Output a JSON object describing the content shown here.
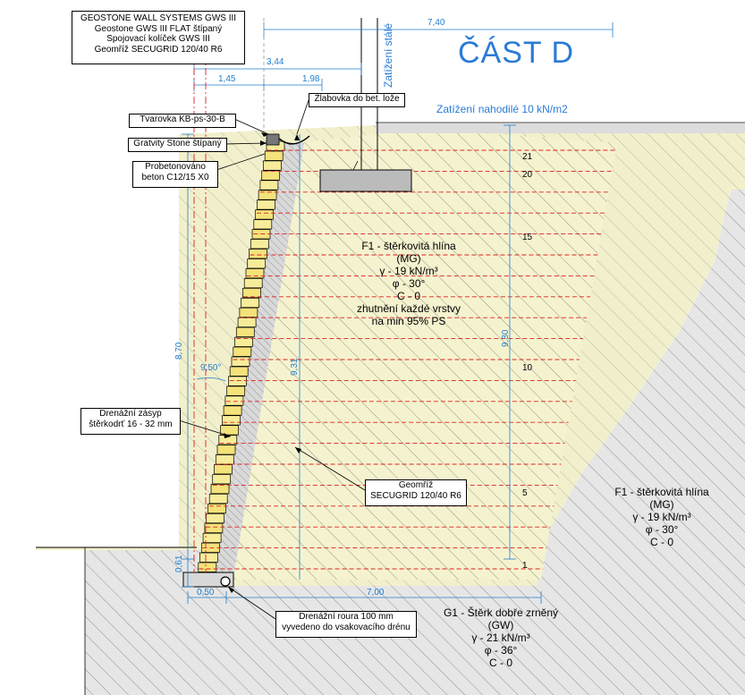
{
  "title": "ČÁST  D",
  "labels": {
    "top_box": [
      "GEOSTONE WALL SYSTEMS GWS III",
      "Geostone GWS III FLAT štípaný",
      "Spojovací kolíček GWS III",
      "Geomříž SECUGRID 120/40 R6"
    ],
    "tvarovka": "Tvarovka  KB-ps-30-B",
    "gratvity": "Gratvity Stone štípaný",
    "probeton": [
      "Probetonováno",
      "beton C12/15 X0"
    ],
    "zlabovka": "Žlabovka do bet. lože",
    "drenazni_zasyp": [
      "Drenážní zásyp",
      "štěrkodrť 16 - 32 mm"
    ],
    "geomriz": [
      "Geomříž",
      "SECUGRID 120/40 R6"
    ],
    "drenazni_roura": [
      "Drenážní roura 100 mm",
      "vyvedeno do vsakovacího drénu"
    ],
    "zatizeni_stale": "Zatížení stálé",
    "zatizeni_nahodile": "Zatížení nahodilé  10 kN/m2"
  },
  "materials": {
    "f1_inner": [
      "F1 - štěrkovitá hlína",
      "(MG)",
      "γ - 19 kN/m³",
      "φ - 30°",
      "C - 0",
      "zhutnění každé vrstvy",
      "na min 95% PS"
    ],
    "f1_outer": [
      "F1 - štěrkovitá hlína",
      "(MG)",
      "γ - 19 kN/m³",
      "φ - 30°",
      "C - 0"
    ],
    "g1": [
      "G1 - Štěrk dobře zrněný",
      "(GW)",
      "γ - 21 kN/m³",
      "φ - 36°",
      "C - 0"
    ]
  },
  "dimensions": {
    "d740": "7,40",
    "d344": "3,44",
    "d145": "1,45",
    "d198": "1,98",
    "d870": "8,70",
    "d931": "9,31",
    "d930": "9,30",
    "d061": "0,61",
    "d050": "0,50",
    "d700": "7,00",
    "angle": "9,50°"
  },
  "layer_numbers": [
    "21",
    "20",
    "15",
    "10",
    "5",
    "1"
  ],
  "colors": {
    "fill_soil": "#f5f3cf",
    "fill_ground": "#e9e9e9",
    "hatch": "#4a4a4a",
    "geogrid": "#e02020",
    "dimension": "#1f7fd0",
    "title": "#2b7bd6"
  }
}
